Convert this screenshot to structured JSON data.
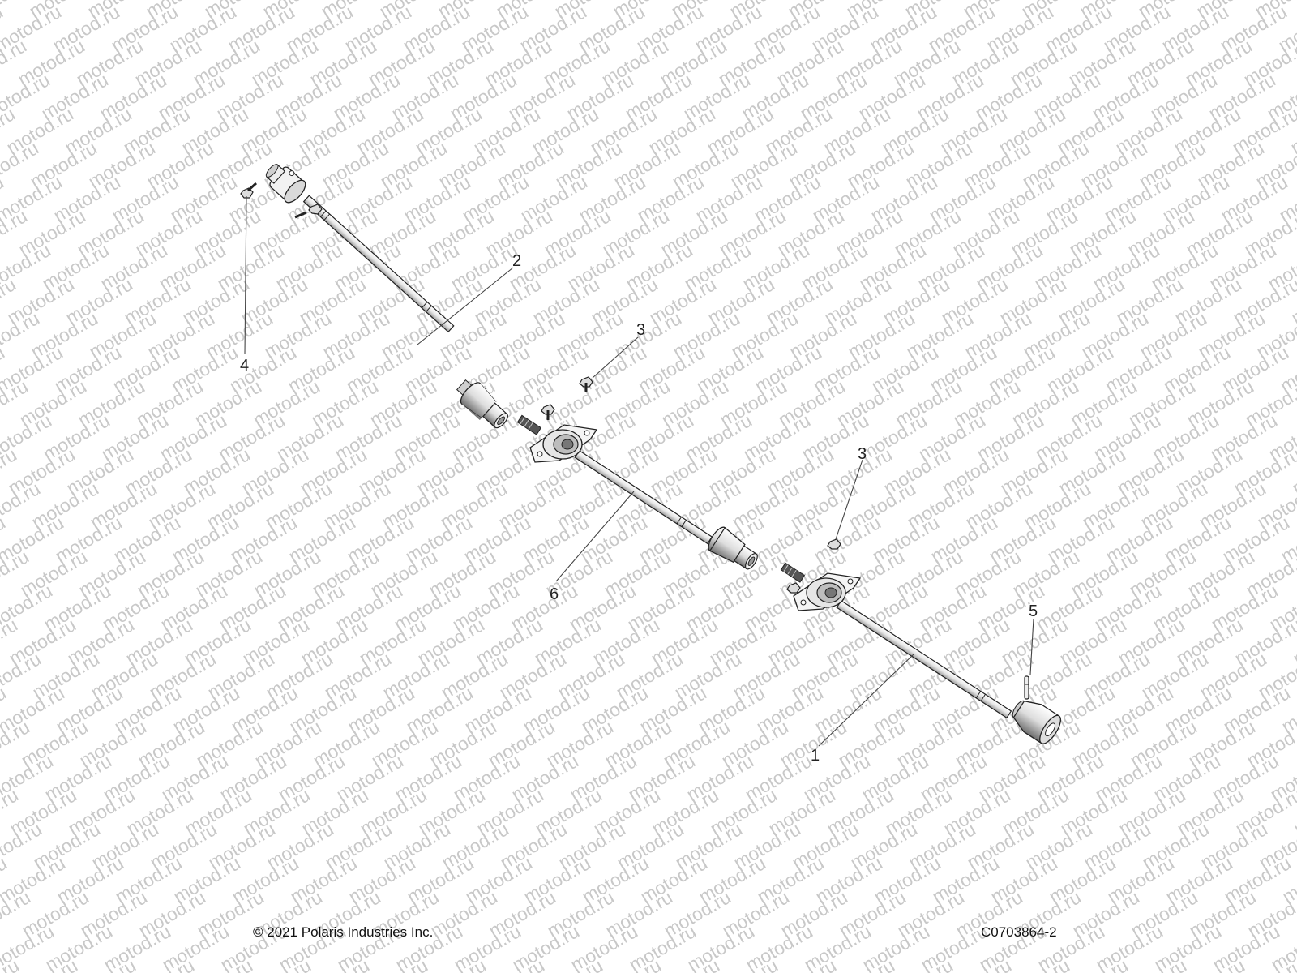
{
  "watermark": {
    "text": "motod.ru"
  },
  "callouts": [
    {
      "id": "2",
      "label": "2"
    },
    {
      "id": "4",
      "label": "4"
    },
    {
      "id": "3a",
      "label": "3"
    },
    {
      "id": "3b",
      "label": "3"
    },
    {
      "id": "6",
      "label": "6"
    },
    {
      "id": "5",
      "label": "5"
    },
    {
      "id": "1",
      "label": "1"
    }
  ],
  "footer": {
    "copyright": "© 2021 Polaris Industries Inc.",
    "drawing_code": "C0703864-2"
  },
  "colors": {
    "line": "#222222",
    "watermark": "#c8c8c8",
    "part_fill": "#f4f4f4"
  }
}
